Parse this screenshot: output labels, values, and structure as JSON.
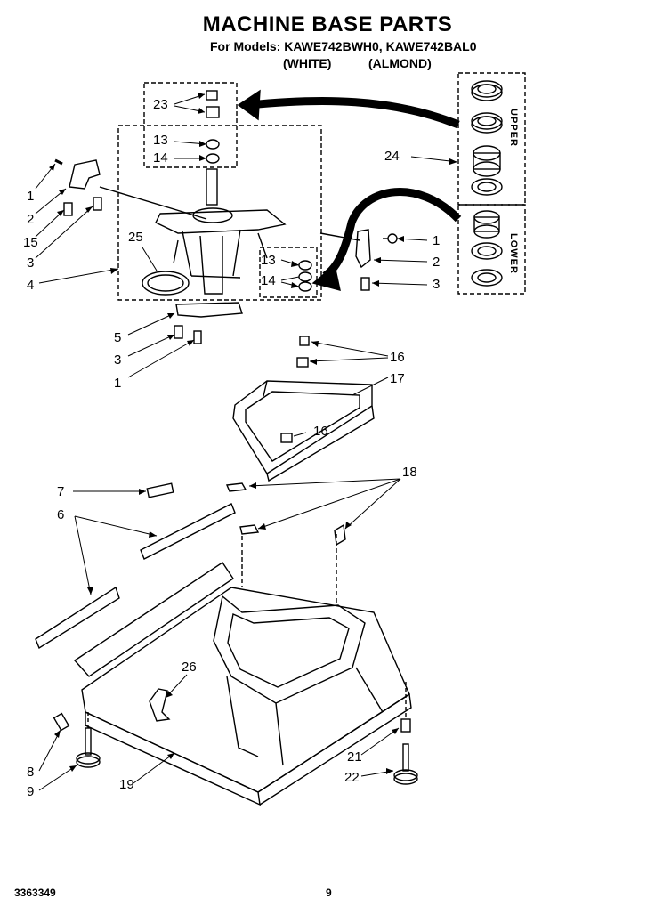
{
  "header": {
    "title": "MACHINE BASE PARTS",
    "models": "For Models: KAWE742BWH0, KAWE742BAL0",
    "variant_white": "(WHITE)",
    "variant_almond": "(ALMOND)"
  },
  "kit_labels": {
    "upper": "UPPER",
    "lower": "LOWER"
  },
  "callouts": {
    "c23": "23",
    "c13a": "13",
    "c14a": "14",
    "c24": "24",
    "c1a": "1",
    "c2a": "2",
    "c15": "15",
    "c3a": "3",
    "c25": "25",
    "c4": "4",
    "c1b": "1",
    "c2b": "2",
    "c3b": "3",
    "c13b": "13",
    "c14b": "14",
    "c5": "5",
    "c3c": "3",
    "c1c": "1",
    "c16a": "16",
    "c17": "17",
    "c16b": "16",
    "c7": "7",
    "c6": "6",
    "c18": "18",
    "c26": "26",
    "c8": "8",
    "c9": "9",
    "c19": "19",
    "c21": "21",
    "c22": "22"
  },
  "footer": {
    "part_number": "3363349",
    "page": "9"
  },
  "colors": {
    "ink": "#000000",
    "paper": "#ffffff"
  }
}
